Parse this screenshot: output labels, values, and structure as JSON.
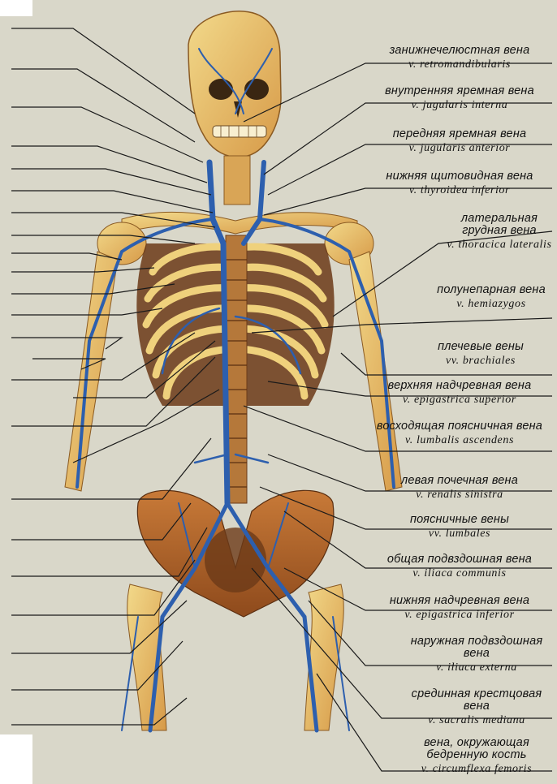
{
  "labels": [
    {
      "ru": "занижнечелюстная вена",
      "la": "v. retromandibularis"
    },
    {
      "ru": "внутренняя яремная вена",
      "la": "v. jugularis interna"
    },
    {
      "ru": "передняя яремная вена",
      "la": "v. jugularis anterior"
    },
    {
      "ru": "нижняя щитовидная вена",
      "la": "v. thyroidea inferior"
    },
    {
      "ru": "латеральная грудная вена",
      "la": "v. thoracica lateralis"
    },
    {
      "ru": "полунепарная вена",
      "la": "v. hemiazygos"
    },
    {
      "ru": "плечевые вены",
      "la": "vv. brachiales"
    },
    {
      "ru": "верхняя надчревная вена",
      "la": "v. epigastrica superior"
    },
    {
      "ru": "восходящая поясничная вена",
      "la": "v. lumbalis ascendens"
    },
    {
      "ru": "левая почечная вена",
      "la": "v. renalis sinistra"
    },
    {
      "ru": "поясничные вены",
      "la": "vv. lumbales"
    },
    {
      "ru": "общая подвздошная вена",
      "la": "v. iliaca communis"
    },
    {
      "ru": "нижняя надчревная вена",
      "la": "v. epigastrica inferior"
    },
    {
      "ru": "наружная подвздошная вена",
      "la": "v. iliaca externa"
    },
    {
      "ru": "срединная крестцовая вена",
      "la": "v. sacralis mediana"
    },
    {
      "ru": "вена, окружающая бедренную кость",
      "la": "v. circumflexa femoris"
    }
  ],
  "colors": {
    "bone": "#e8c46a",
    "bone_dark": "#a8642a",
    "vein": "#2d5fae",
    "leader": "#1a1a1a",
    "paper": "#d9d7c9"
  }
}
